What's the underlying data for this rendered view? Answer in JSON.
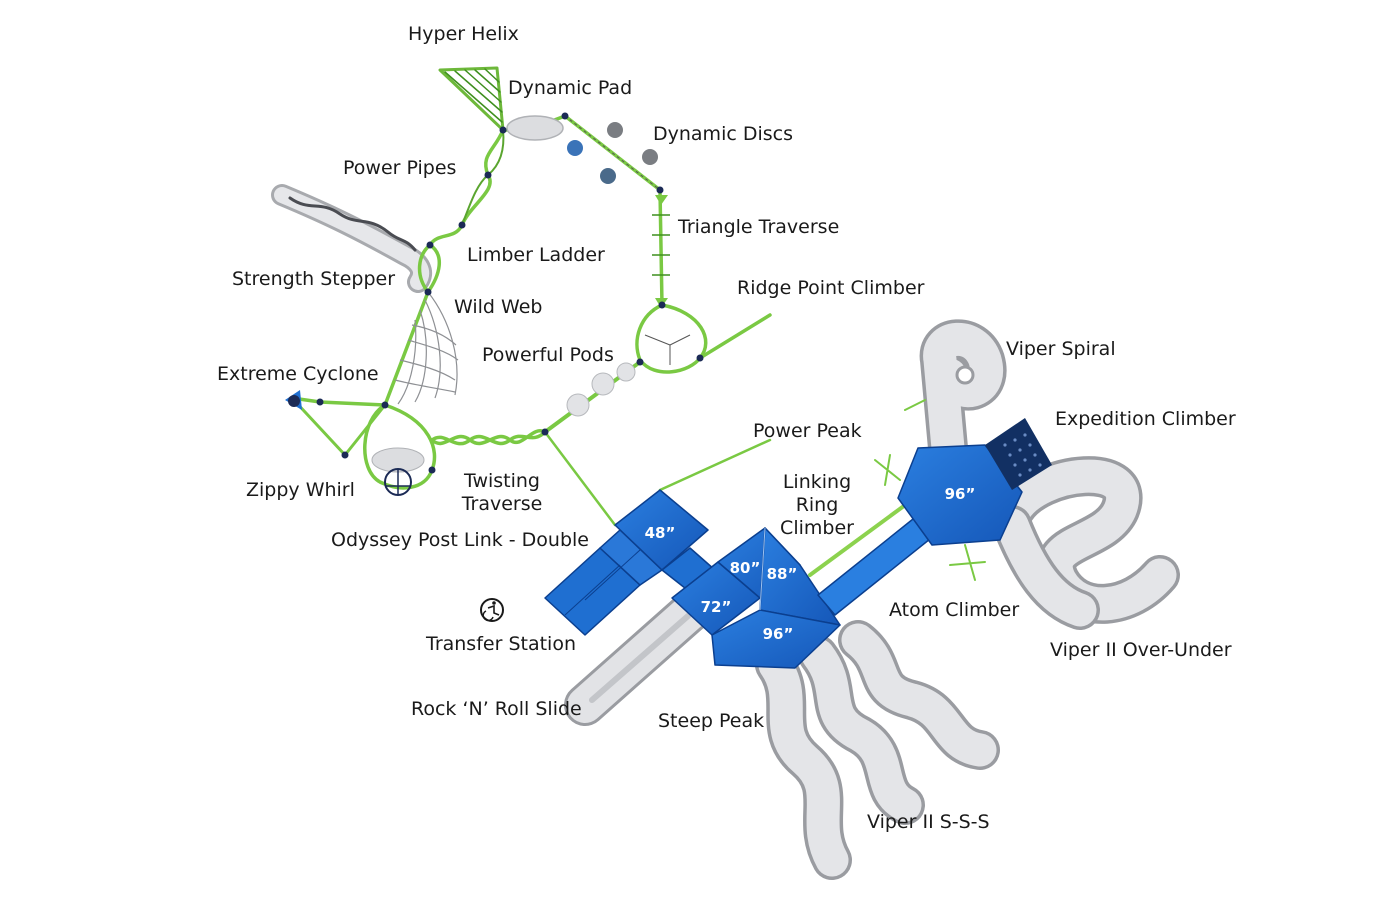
{
  "colors": {
    "frame_green": "#7ac943",
    "frame_dark_green": "#3e8f1e",
    "deck_blue": "#1f6fd1",
    "deck_dark_blue": "#0b3f8f",
    "slide_silver": "#d9dadd",
    "post_navy": "#1b2a55",
    "panel_navy": "#123063",
    "label_text": "#1a1a1a"
  },
  "labels": {
    "hyper_helix": "Hyper Helix",
    "dynamic_pad": "Dynamic Pad",
    "dynamic_discs": "Dynamic Discs",
    "power_pipes": "Power Pipes",
    "triangle_traverse": "Triangle Traverse",
    "limber_ladder": "Limber Ladder",
    "strength_stepper": "Strength Stepper",
    "ridge_point_climber": "Ridge Point Climber",
    "wild_web": "Wild Web",
    "viper_spiral": "Viper Spiral",
    "powerful_pods": "Powerful Pods",
    "extreme_cyclone": "Extreme Cyclone",
    "expedition_climber": "Expedition Climber",
    "power_peak": "Power Peak",
    "linking_ring_climber": "Linking Ring Climber",
    "twisting_traverse": "Twisting Traverse",
    "zippy_whirl": "Zippy Whirl",
    "odyssey_post_link_double": "Odyssey Post Link - Double",
    "atom_climber": "Atom Climber",
    "viper_ii_over_under": "Viper II Over-Under",
    "transfer_station": "Transfer Station",
    "rock_n_roll_slide": "Rock ‘N’ Roll Slide",
    "steep_peak": "Steep Peak",
    "viper_ii_sss": "Viper II S-S-S"
  },
  "decks": {
    "deck_48": "48”",
    "deck_80": "80”",
    "deck_88": "88”",
    "deck_72": "72”",
    "deck_96_center": "96”",
    "deck_96_right": "96”"
  },
  "icons": {
    "accessibility": "accessibility-icon"
  }
}
